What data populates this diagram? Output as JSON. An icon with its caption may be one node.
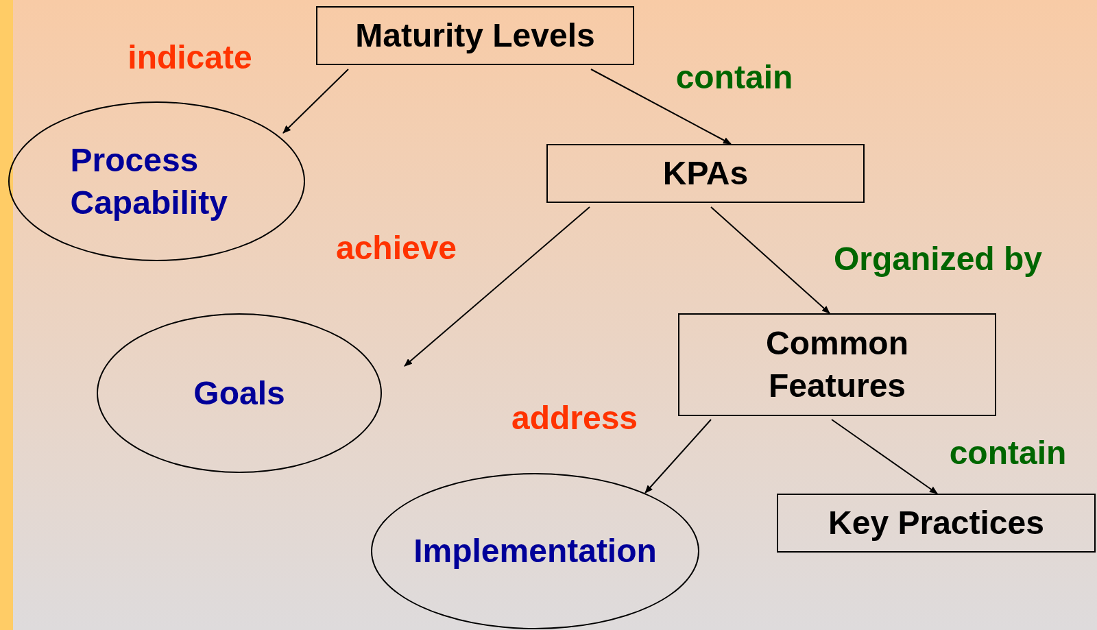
{
  "diagram": {
    "nodes": [
      {
        "text": [
          "Maturity Levels"
        ]
      },
      {
        "text": [
          "Process Capability"
        ]
      },
      {
        "text": [
          "KPAs"
        ]
      },
      {
        "text": [
          "Goals"
        ]
      },
      {
        "text": [
          "Common Features"
        ]
      },
      {
        "text": [
          "Implementation"
        ]
      },
      {
        "text": [
          "Key Practices"
        ]
      }
    ],
    "edges": [
      {
        "from": 0,
        "to": 1,
        "arrow": "to",
        "label": "indicate"
      },
      {
        "from": 0,
        "to": 2,
        "arrow": "to",
        "label": "contain"
      },
      {
        "from": 2,
        "to": 3,
        "arrow": "to",
        "label": "achieve"
      },
      {
        "from": 2,
        "to": 4,
        "arrow": "to",
        "label": "Organized by"
      },
      {
        "from": 4,
        "to": 5,
        "arrow": "to",
        "label": "address"
      },
      {
        "from": 4,
        "to": 6,
        "arrow": "to",
        "label": "contain"
      }
    ]
  }
}
